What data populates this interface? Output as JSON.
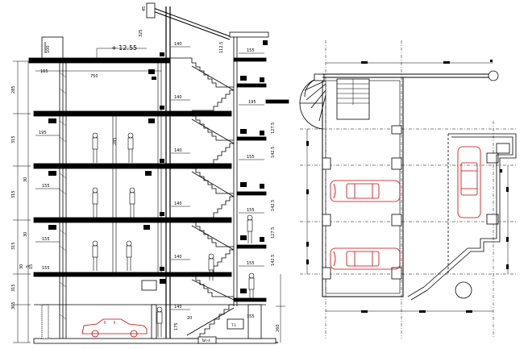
{
  "section": {
    "level_label": "+ 12.55",
    "parapet_dim": "100",
    "setback_dim": "165",
    "slab_dim": "750",
    "floor_heights": [
      "285",
      "315",
      "315",
      "315",
      "315",
      "305",
      "260"
    ],
    "room_width_dims": [
      "195",
      "155",
      "155",
      "155"
    ],
    "door_height_dim": "285",
    "landing_dims": [
      "140",
      "140",
      "140",
      "140",
      "140",
      "140"
    ],
    "right_dims": [
      "155",
      "195",
      "155",
      "155",
      "155",
      "155"
    ],
    "small_dims": [
      "112.5",
      "127.5",
      "142.5",
      "142.5",
      "127.5",
      "142.5"
    ],
    "beam_dims": [
      "30",
      "30",
      "30"
    ],
    "misc_dims": [
      "325",
      "45",
      "5",
      "15",
      "175",
      "20"
    ],
    "tank_label": "T-1",
    "sump_label": "Tah-4"
  },
  "plan": {
    "note": ""
  },
  "colors": {
    "line": "#000000",
    "car": "#cc0000"
  }
}
